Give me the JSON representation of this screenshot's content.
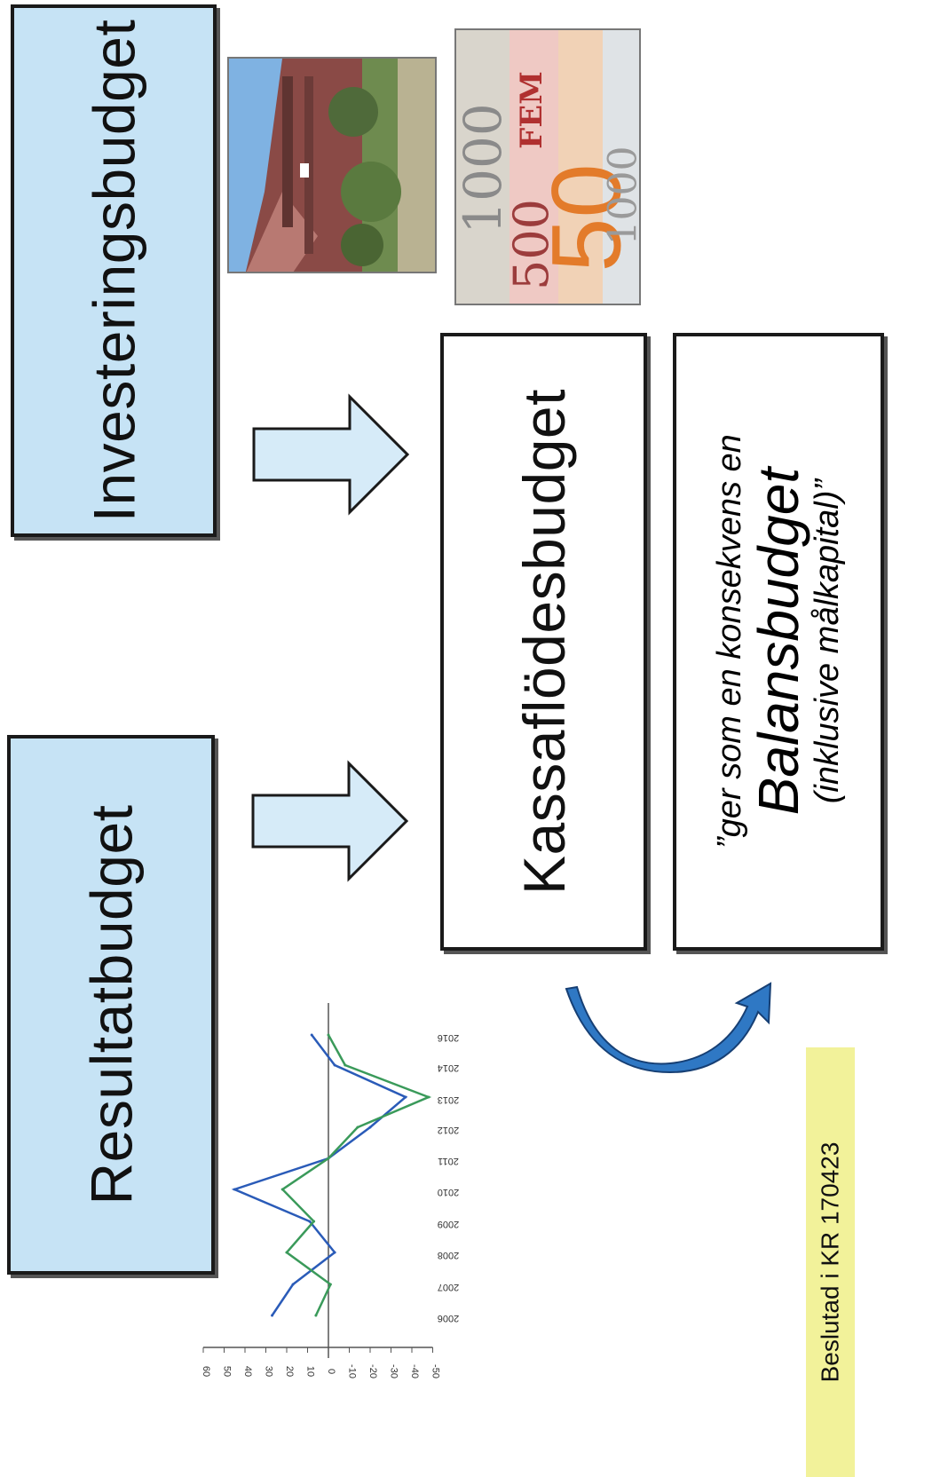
{
  "boxes": {
    "investering": "Investeringsbudget",
    "resultat": "Resultatbudget",
    "kassaflode": "Kassaflödesbudget",
    "balans_intro": "”ger som en konsekvens en",
    "balans_title": "Balansbudget",
    "balans_sub": "(inklusive målkapital)”"
  },
  "note": "Beslutad i KR 170423",
  "banknote_text": {
    "big_50": "50",
    "fem": "FEM",
    "n500": "500",
    "n1000": "1000"
  },
  "colors": {
    "box_fill": "#c6e3f5",
    "arrow_fill": "#d6ebf8",
    "curve_arrow": "#2f78c4",
    "note_fill": "#f2f29a",
    "series_blue": "#2a5bb8",
    "series_green": "#3a9a5a"
  },
  "chart_data": {
    "type": "line",
    "categories": [
      "2006",
      "2007",
      "2008",
      "2009",
      "2010",
      "2011",
      "2012",
      "2013",
      "2014",
      "2016"
    ],
    "series": [
      {
        "values": [
          27,
          17,
          -3,
          9,
          45,
          0,
          -20,
          -37,
          -3,
          8
        ]
      },
      {
        "values": [
          6,
          -1,
          20,
          7,
          22,
          0,
          -14,
          -48,
          -8,
          0
        ]
      }
    ],
    "ylim": [
      -50,
      60
    ],
    "yticks": [
      60,
      50,
      40,
      30,
      20,
      10,
      0,
      -10,
      -20,
      -30,
      -40,
      -50
    ],
    "orientation": "rotated-90"
  }
}
